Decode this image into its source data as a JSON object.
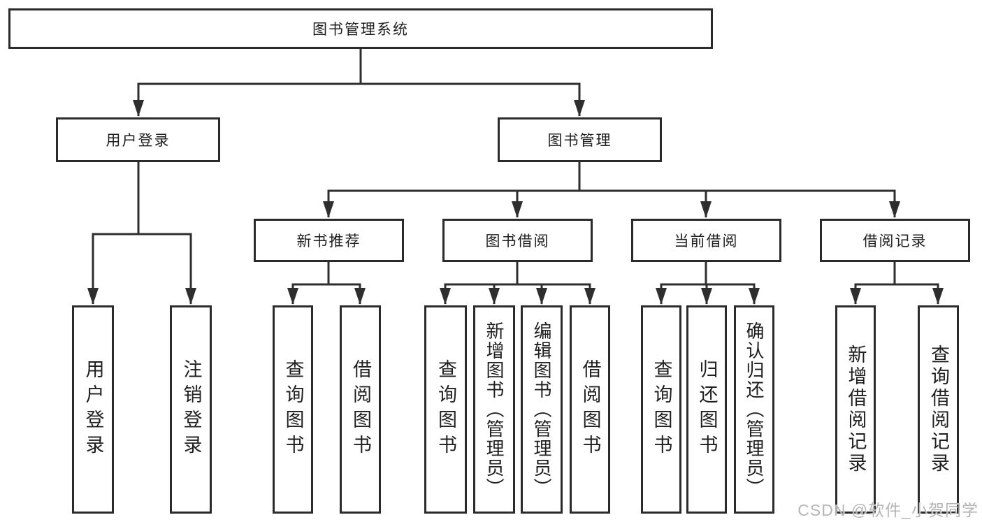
{
  "nodes": {
    "root": "图书管理系统",
    "user_login": "用户登录",
    "book_mgmt": "图书管理",
    "new_book_rec": "新书推荐",
    "book_borrow": "图书借阅",
    "current_borrow": "当前借阅",
    "borrow_records": "借阅记录",
    "ul_login": "用户登录",
    "ul_logout": "注销登录",
    "nbr_query": "查询图书",
    "nbr_borrow": "借阅图书",
    "bb_query": "查询图书",
    "bb_add": "新增图书（管理员）",
    "bb_edit": "编辑图书（管理员）",
    "bb_borrow": "借阅图书",
    "cb_query": "查询图书",
    "cb_return": "归还图书",
    "cb_confirm": "确认归还（管理员）",
    "br_add": "新增借阅记录",
    "br_query": "查询借阅记录"
  },
  "watermark": "CSDN @软件_小贺同学",
  "colors": {
    "line": "#2e2e2e",
    "box_border": "#2b2b2b",
    "text": "#1f1f1f",
    "watermark": "#b5b5b5"
  }
}
